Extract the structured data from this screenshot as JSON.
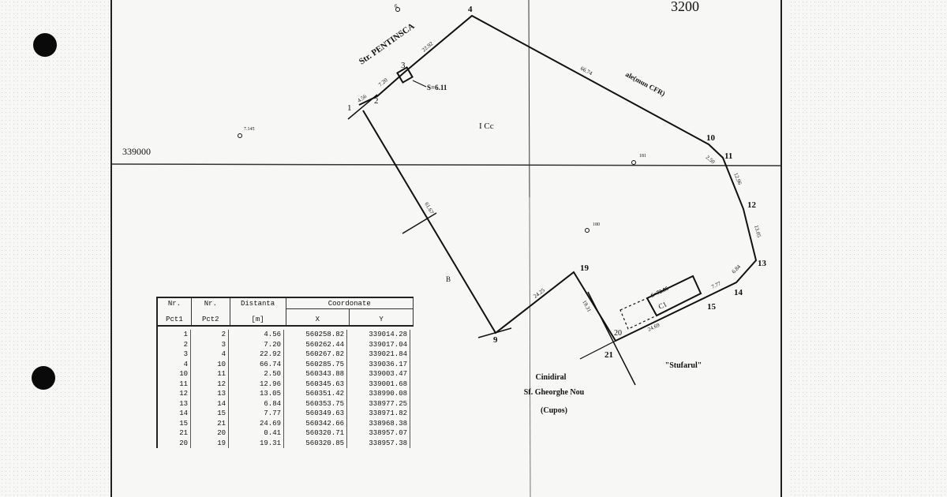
{
  "map": {
    "grid_label_y": "339000",
    "street_name": "Str. PENTINSCA",
    "boundary_label": "ale(mun CFR)",
    "parcel_label": "I Cc",
    "area_label_1": "S=6.11",
    "area_label_2": "S=72.85",
    "building_label": "C1",
    "church_name_line1": "Cinidiral",
    "church_name_line2": "Sf. Gheorghe Nou",
    "church_name_line3": "(Cupos)",
    "neighbor_label": "\"Stufarul\"",
    "letter_b": "B",
    "stamp_top": "3200",
    "points": [
      "1",
      "2",
      "3",
      "4",
      "10",
      "11",
      "12",
      "13",
      "14",
      "15",
      "19",
      "20",
      "21",
      "9"
    ],
    "edge_lengths": {
      "e1_2": "4.56",
      "e2_3": "7.20",
      "e3_4": "22.92",
      "e4_10": "66.74",
      "e10_11": "2.50",
      "e11_12": "12.96",
      "e12_13": "13.05",
      "e13_14": "6.84",
      "e14_15": "7.77",
      "e15_21": "24.69",
      "e19_21": "19.31",
      "e9_19": "24.25",
      "e1_9": "61.67"
    },
    "ref_labels": [
      "6",
      "7.145",
      "181",
      "180"
    ]
  },
  "table": {
    "headers": {
      "c1_top": "Nr.",
      "c1_bot": "Pct1",
      "c2_top": "Nr.",
      "c2_bot": "Pct2",
      "c3_top": "Distanta",
      "c3_bot": "[m]",
      "coord": "Coordonate",
      "x": "X",
      "y": "Y"
    },
    "rows": [
      {
        "a": "1",
        "b": "2",
        "d": "4.56",
        "x": "560258.82",
        "y": "339014.28"
      },
      {
        "a": "2",
        "b": "3",
        "d": "7.20",
        "x": "560262.44",
        "y": "339017.04"
      },
      {
        "a": "3",
        "b": "4",
        "d": "22.92",
        "x": "560267.82",
        "y": "339021.84"
      },
      {
        "a": "4",
        "b": "10",
        "d": "66.74",
        "x": "560285.75",
        "y": "339036.17"
      },
      {
        "a": "10",
        "b": "11",
        "d": "2.50",
        "x": "560343.88",
        "y": "339003.47"
      },
      {
        "a": "11",
        "b": "12",
        "d": "12.96",
        "x": "560345.63",
        "y": "339001.68"
      },
      {
        "a": "12",
        "b": "13",
        "d": "13.05",
        "x": "560351.42",
        "y": "338990.08"
      },
      {
        "a": "13",
        "b": "14",
        "d": "6.84",
        "x": "560353.75",
        "y": "338977.25"
      },
      {
        "a": "14",
        "b": "15",
        "d": "7.77",
        "x": "560349.63",
        "y": "338971.82"
      },
      {
        "a": "15",
        "b": "21",
        "d": "24.69",
        "x": "560342.66",
        "y": "338968.38"
      },
      {
        "a": "21",
        "b": "20",
        "d": "0.41",
        "x": "560320.71",
        "y": "338957.07"
      },
      {
        "a": "20",
        "b": "19",
        "d": "19.31",
        "x": "560320.85",
        "y": "338957.38"
      }
    ]
  }
}
